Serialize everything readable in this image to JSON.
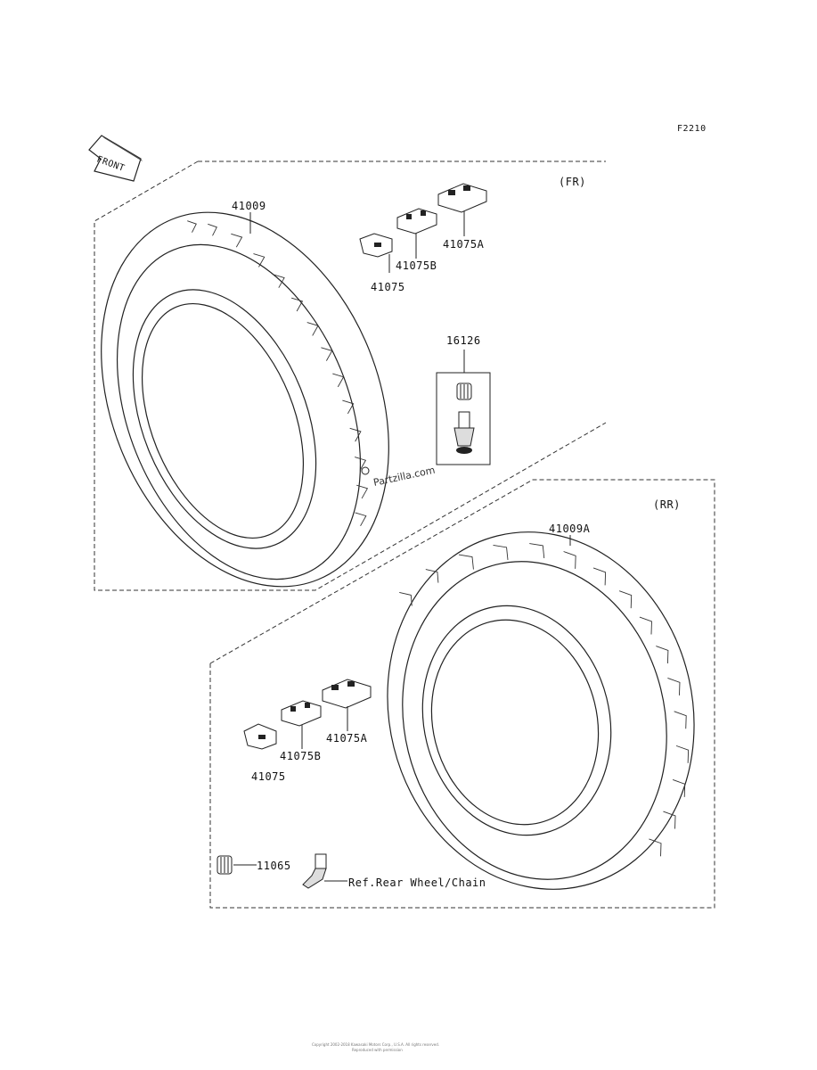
{
  "figure_code": "F2210",
  "front_label": "FRONT",
  "groups": {
    "front": {
      "tag": "(FR)"
    },
    "rear": {
      "tag": "(RR)"
    }
  },
  "parts": {
    "front_tire": "41009",
    "front_weight_a": "41075A",
    "front_weight_b": "41075B",
    "front_weight": "41075",
    "front_valve": "16126",
    "rear_tire": "41009A",
    "rear_weight_a": "41075A",
    "rear_weight_b": "41075B",
    "rear_weight": "41075",
    "rear_cap": "11065",
    "rear_valve_ref": "Ref.Rear Wheel/Chain"
  },
  "watermark": "Partzilla.com",
  "footer_line1": "Copyright 2002-2018 Kawasaki Motors Corp., U.S.A. All rights reserved.",
  "footer_line2": "Reproduced with permission"
}
